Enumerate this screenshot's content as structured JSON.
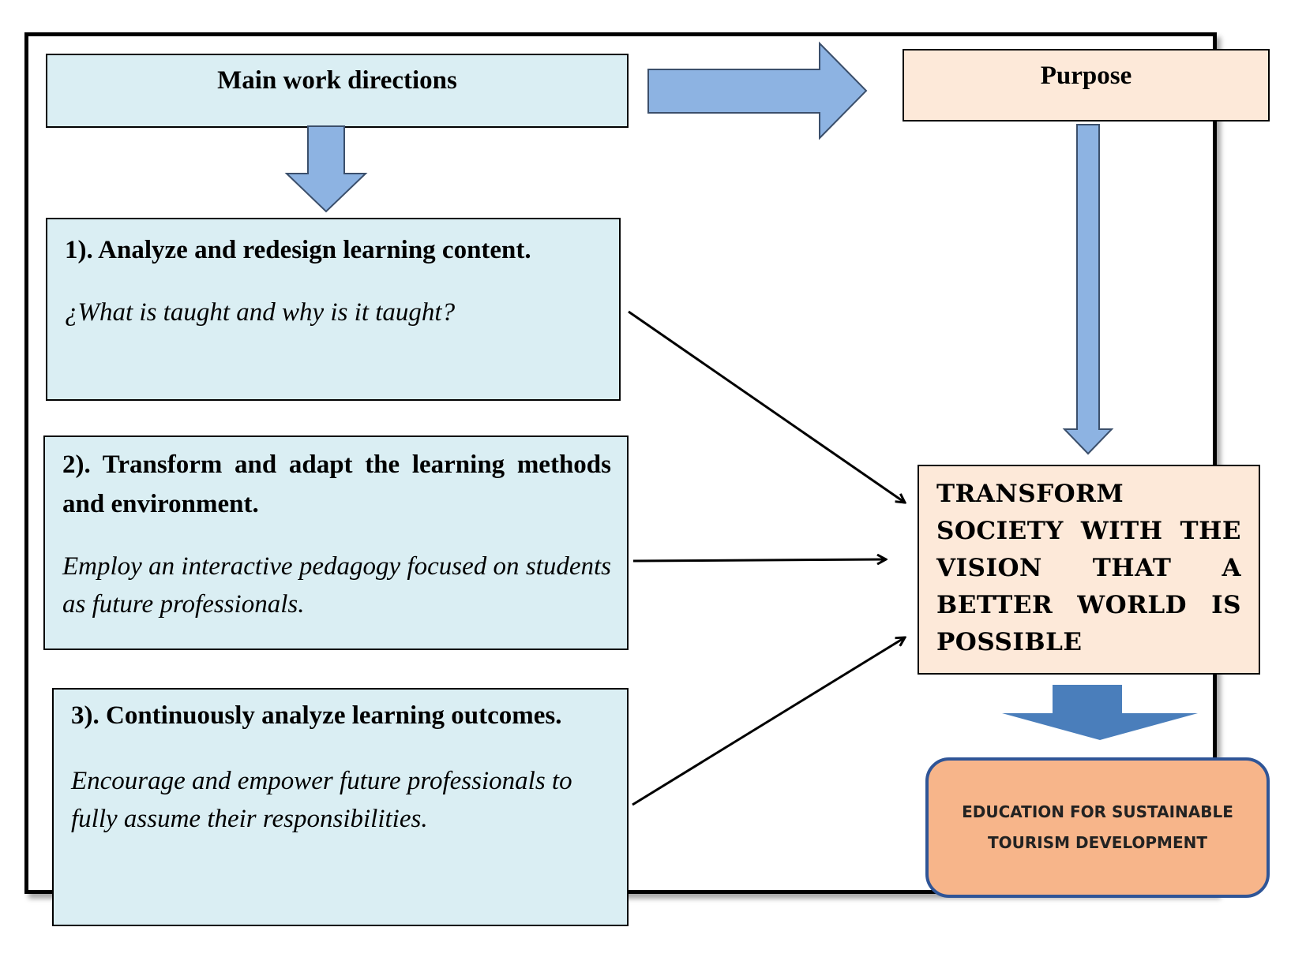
{
  "header": {
    "main_work_directions": "Main work directions",
    "purpose": "Purpose"
  },
  "steps": [
    {
      "heading": "1). Analyze and redesign learning content.",
      "detail": "¿What is taught and why is it taught?"
    },
    {
      "heading": "2). Transform and adapt the learning methods and environment.",
      "detail": "Employ an interactive pedagogy focused on students as future professionals."
    },
    {
      "heading": "3). Continuously analyze learning outcomes.",
      "detail": "Encourage and empower future professionals to fully assume their responsibilities."
    }
  ],
  "vision": "TRANSFORM SOCIETY WITH THE VISION THAT A BETTER WORLD IS POSSIBLE",
  "outcome": "EDUCATION FOR SUSTAINABLE TOURISM DEVELOPMENT",
  "colors": {
    "step_box": "#daeef3",
    "purpose_box": "#fde9d9",
    "block_arrow": "#8db3e2",
    "outcome_box": "#f7b58a",
    "outcome_border": "#2f5597"
  }
}
